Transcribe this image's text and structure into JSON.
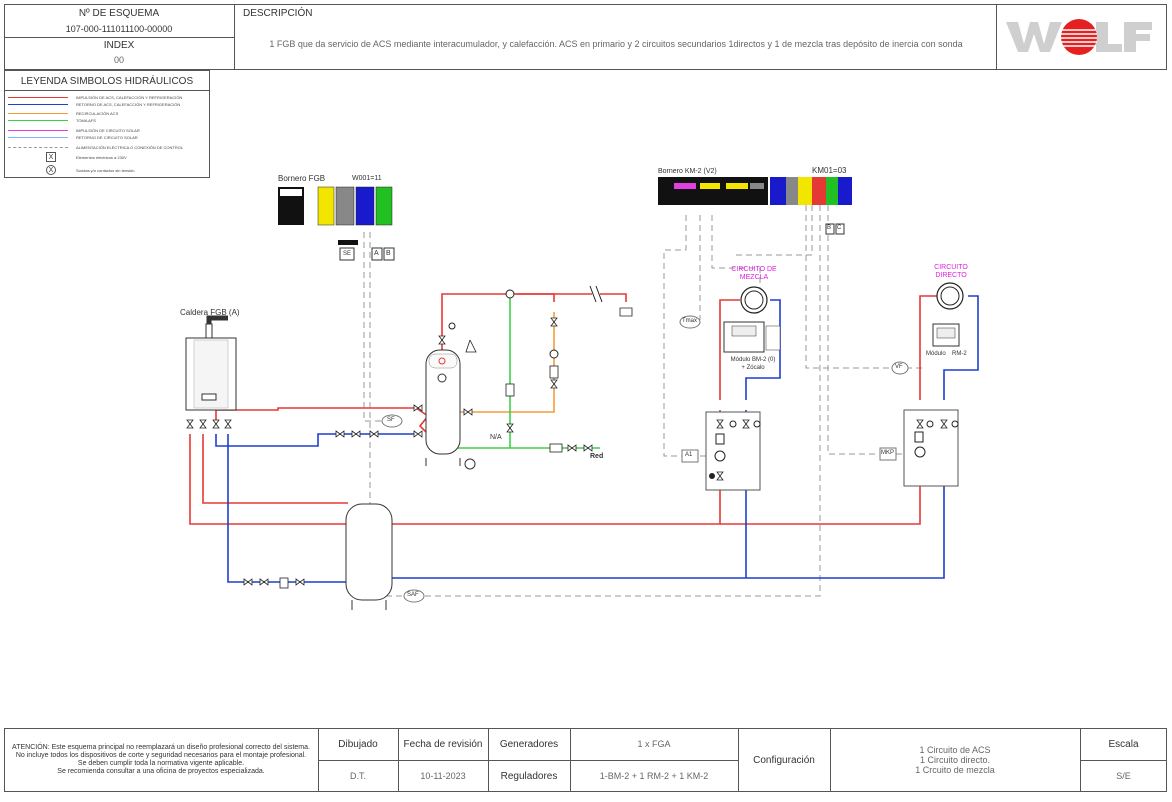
{
  "header": {
    "schema_no_label": "Nº DE ESQUEMA",
    "schema_no": "107-000-111011100-00000",
    "index_label": "INDEX",
    "index_value": "00",
    "description_label": "DESCRIPCIÓN",
    "description_text": "1 FGB que da servicio de ACS mediante interacumulador, y calefacción. ACS en primario y 2 circuitos secundarios 1directos y 1 de mezcla  tras depósito de inercia con sonda",
    "logo_text": "WOLF"
  },
  "legend": {
    "title": "LEYENDA SIMBOLOS HIDRÁULICOS",
    "items": [
      {
        "text": "IMPULSIÓN DE ACS, CALEFACCIÓN Y REFRIGERACIÓN",
        "color": "#e53935",
        "style": "solid"
      },
      {
        "text": "RETORNO DE ACS, CALEFACCIÓN Y REFRIGERACIÓN",
        "color": "#1e3fcf",
        "style": "solid"
      },
      {
        "text": "RECIRCULACIÓN ACS",
        "color": "#f39c3c",
        "style": "solid"
      },
      {
        "text": "TOMA AFS",
        "color": "#3ad14a",
        "style": "solid"
      },
      {
        "text": "IMPULSIÓN DE CIRCUITO SOLAR",
        "color": "#e040e0",
        "style": "solid"
      },
      {
        "text": "RETORNO DE CIRCUITO SOLAR",
        "color": "#7fb3ff",
        "style": "solid"
      },
      {
        "text": "ALIMENTACIÓN ELÉCTRICA O CONEXIÓN DE CONTROL",
        "color": "#999999",
        "style": "dashed"
      },
      {
        "text": "Elementos eléctricos a 230V",
        "symbol": "X",
        "style": "box"
      },
      {
        "text": "Sondas y/o contactos sin tensión",
        "symbol": "X",
        "style": "circle"
      }
    ]
  },
  "diagram": {
    "bornero_fgb": "Bornero FGB",
    "w001": "W001=11",
    "bornero_km2": "Bornero KM-2 (V2)",
    "km01": "KM01=03",
    "caldera": "Caldera FGB (A)",
    "circuito_mezcla": "CIRCUITO DE\nMEZCLA",
    "circuito_directo": "CIRCUITO\nDIRECTO",
    "modulo_bm2": "Módulo BM-2 (0)\n+ Zócalo",
    "modulo_rm2_a": "Módulo",
    "modulo_rm2_b": "RM-2",
    "tmax": "Tmax",
    "vf": "VF",
    "a1": "A1",
    "mkp": "MKP",
    "sf": "SF",
    "saf": "SAF",
    "se": "SE",
    "na": "N/A",
    "red": "Red",
    "a": "A",
    "b": "B",
    "c": "C",
    "bB": "B",
    "bC": "C"
  },
  "footer": {
    "warning": "ATENCIÓN: Este esquema principal no reemplazará un diseño profesional correcto del sistema.\nNo incluye todos los dispositivos de corte y seguridad necesarios para el montaje profesional.\nSe deben cumplir toda la normativa vigente aplicable.\nSe recomienda consultar a una oficina de proyectos especializada.",
    "dibujado_label": "Dibujado",
    "dibujado_value": "D.T.",
    "fecha_label": "Fecha de revisión",
    "fecha_value": "10-11-2023",
    "generadores_label": "Generadores",
    "generadores_value": "1 x FGA",
    "reguladores_label": "Reguladores",
    "reguladores_value": "1-BM-2 + 1 RM-2 + 1  KM-2",
    "configuracion_label": "Configuración",
    "configuracion_value": "1 Circuito de ACS\n1 Circuito directo.\n1 Crcuito de mezcla",
    "escala_label": "Escala",
    "escala_value": "S/E"
  },
  "colors": {
    "supply": "#e53935",
    "return": "#1e3fcf",
    "recirc": "#f39c3c",
    "cold": "#3ad14a",
    "control": "#9a9a9a",
    "magenta": "#e020e0"
  }
}
